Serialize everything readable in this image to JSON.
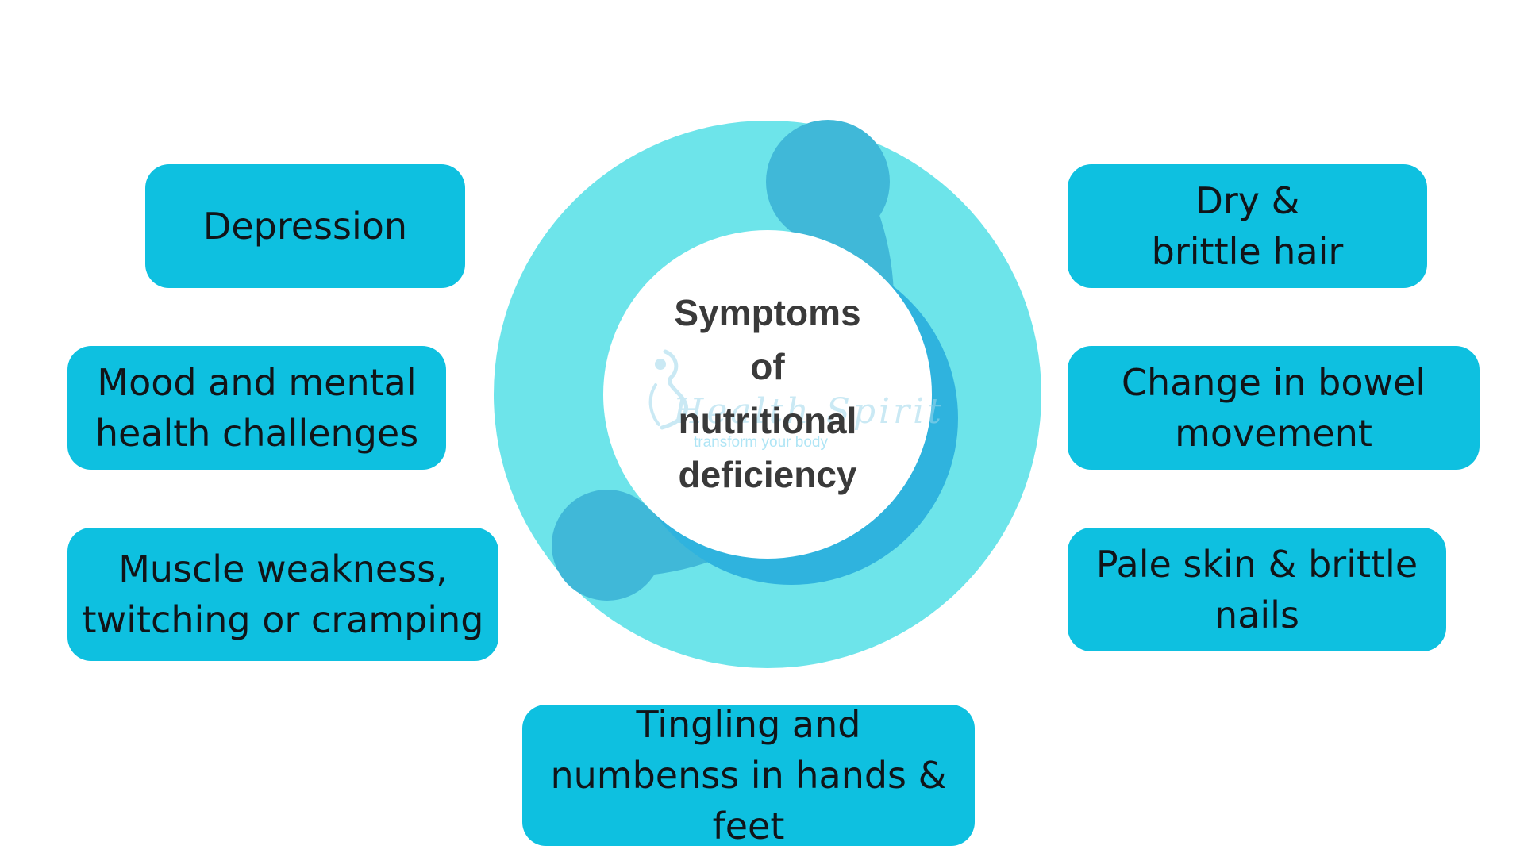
{
  "colors": {
    "ring_light": "#6de4ea",
    "ring_dark": "#40b8d8",
    "inner_accent": "#2fb3de",
    "card_fill": "#0ec0e0",
    "center_fill": "#ffffff",
    "text_dark": "#111418",
    "title_text": "#3a3a3a"
  },
  "center": {
    "title_lines": [
      "Symptoms",
      "of",
      "nutritional",
      "deficiency"
    ]
  },
  "logo": {
    "script_text": "Health Spirit",
    "tagline": "transform your body",
    "icon": "body-silhouette-icon"
  },
  "symptoms": {
    "depression": [
      "Depression"
    ],
    "mood": [
      "Mood and mental",
      "health challenges"
    ],
    "muscle": [
      "Muscle weakness,",
      "twitching or cramping"
    ],
    "tingling": [
      "Tingling and",
      "numbenss in hands &",
      "feet"
    ],
    "hair": [
      "Dry &",
      "brittle hair"
    ],
    "bowel": [
      "Change in bowel",
      "movement"
    ],
    "skin": [
      "Pale skin & brittle",
      "nails"
    ]
  }
}
